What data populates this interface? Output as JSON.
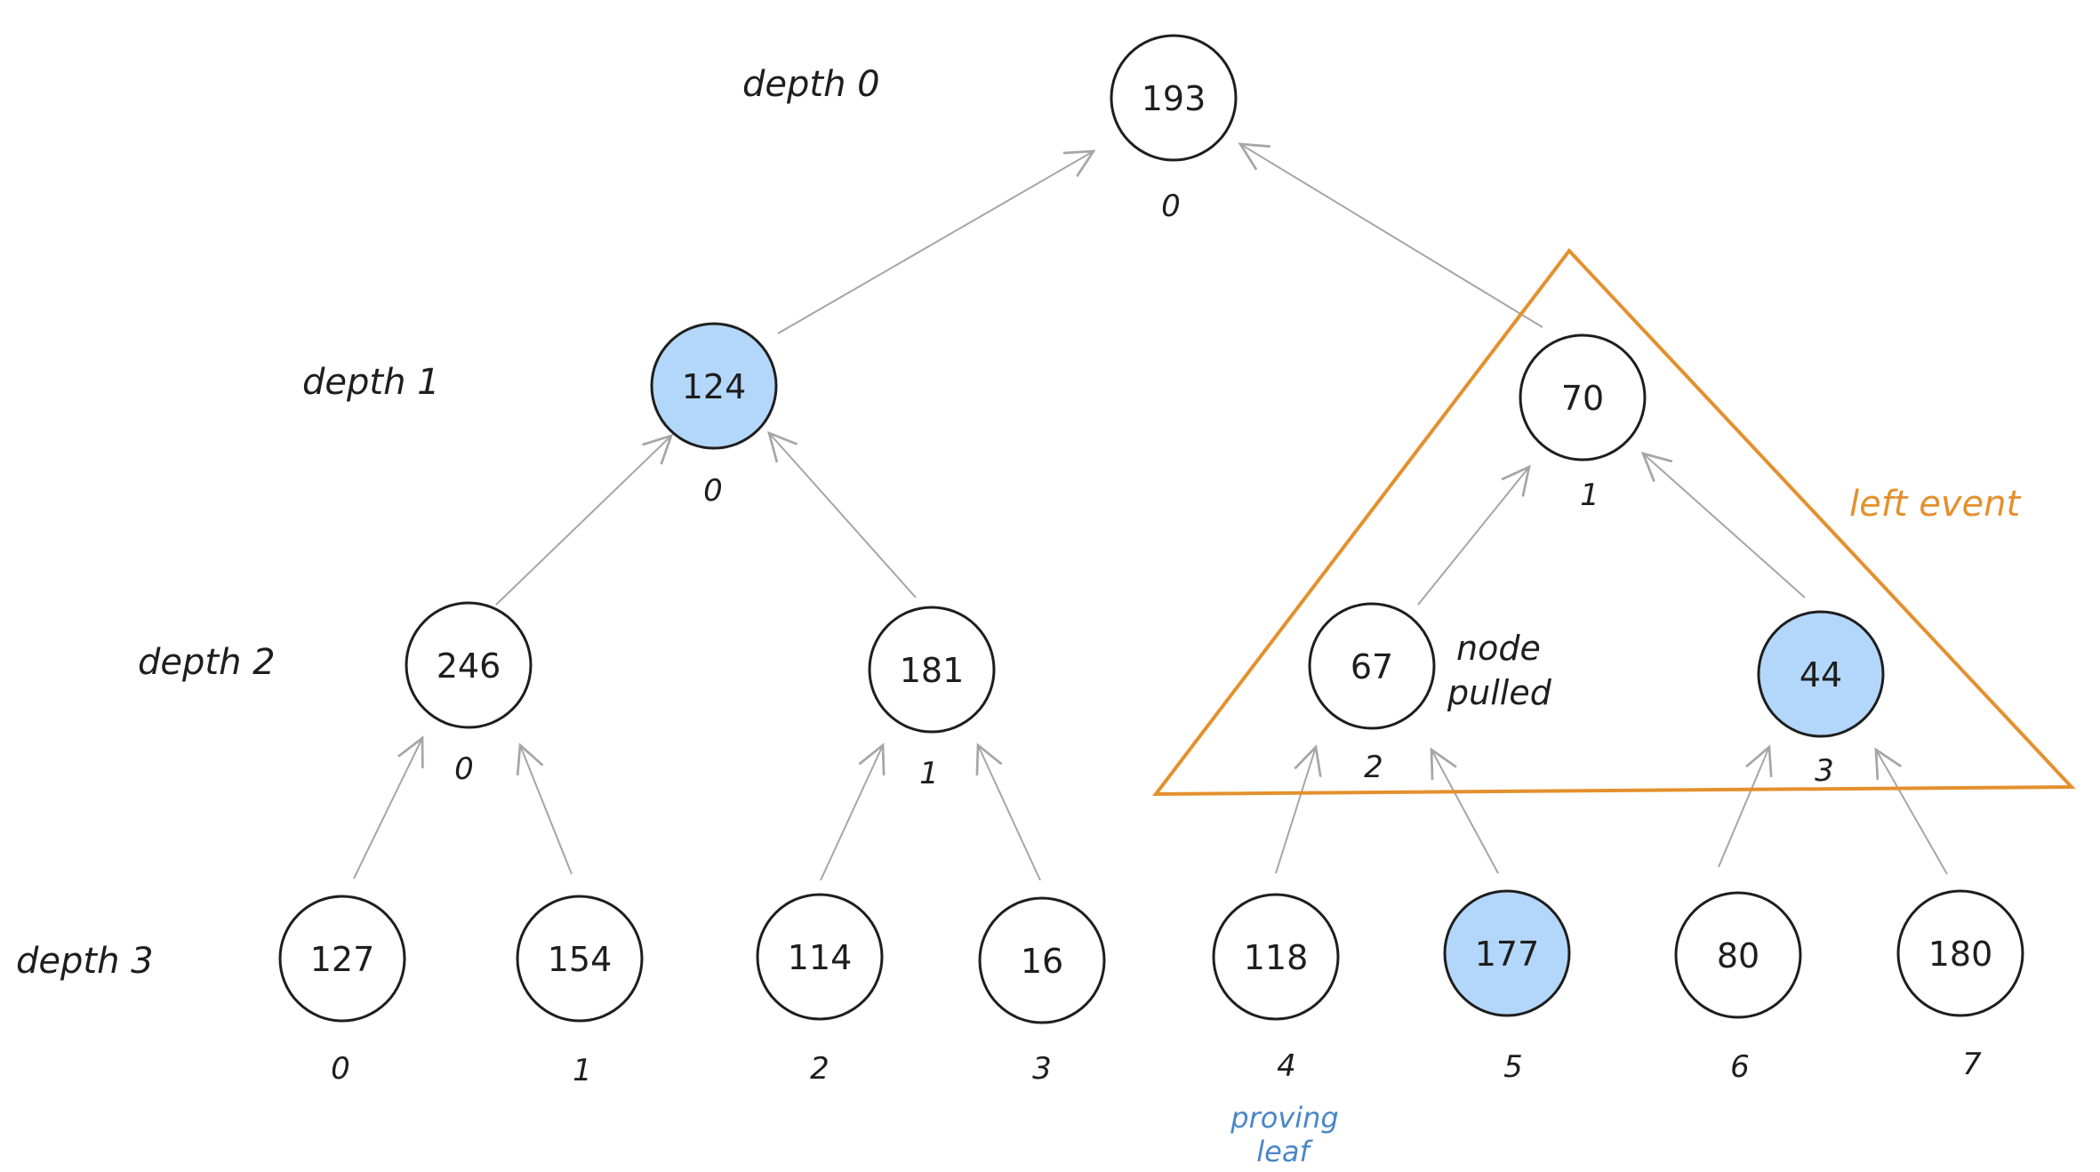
{
  "depth_labels": [
    "depth 0",
    "depth 1",
    "depth 2",
    "depth 3"
  ],
  "nodes": {
    "d0": [
      {
        "value": "193",
        "index": "0",
        "highlighted": false
      }
    ],
    "d1": [
      {
        "value": "124",
        "index": "0",
        "highlighted": true
      },
      {
        "value": "70",
        "index": "1",
        "highlighted": false
      }
    ],
    "d2": [
      {
        "value": "246",
        "index": "0",
        "highlighted": false
      },
      {
        "value": "181",
        "index": "1",
        "highlighted": false
      },
      {
        "value": "67",
        "index": "2",
        "highlighted": false
      },
      {
        "value": "44",
        "index": "3",
        "highlighted": true
      }
    ],
    "d3": [
      {
        "value": "127",
        "index": "0",
        "highlighted": false
      },
      {
        "value": "154",
        "index": "1",
        "highlighted": false
      },
      {
        "value": "114",
        "index": "2",
        "highlighted": false
      },
      {
        "value": "16",
        "index": "3",
        "highlighted": false
      },
      {
        "value": "118",
        "index": "4",
        "highlighted": false
      },
      {
        "value": "177",
        "index": "5",
        "highlighted": true
      },
      {
        "value": "80",
        "index": "6",
        "highlighted": false
      },
      {
        "value": "180",
        "index": "7",
        "highlighted": false
      }
    ]
  },
  "annotations": {
    "left_event": "left event",
    "node_pulled_line1": "node",
    "node_pulled_line2": "pulled",
    "proving_leaf_line1": "proving",
    "proving_leaf_line2": "leaf"
  },
  "colors": {
    "highlight_fill": "#b3d7fa",
    "node_stroke": "#1e1e1e",
    "arrow": "#a6a6a6",
    "triangle": "#e4902e",
    "proving_leaf_text": "#4a86c8",
    "text": "#1e1e1e"
  }
}
